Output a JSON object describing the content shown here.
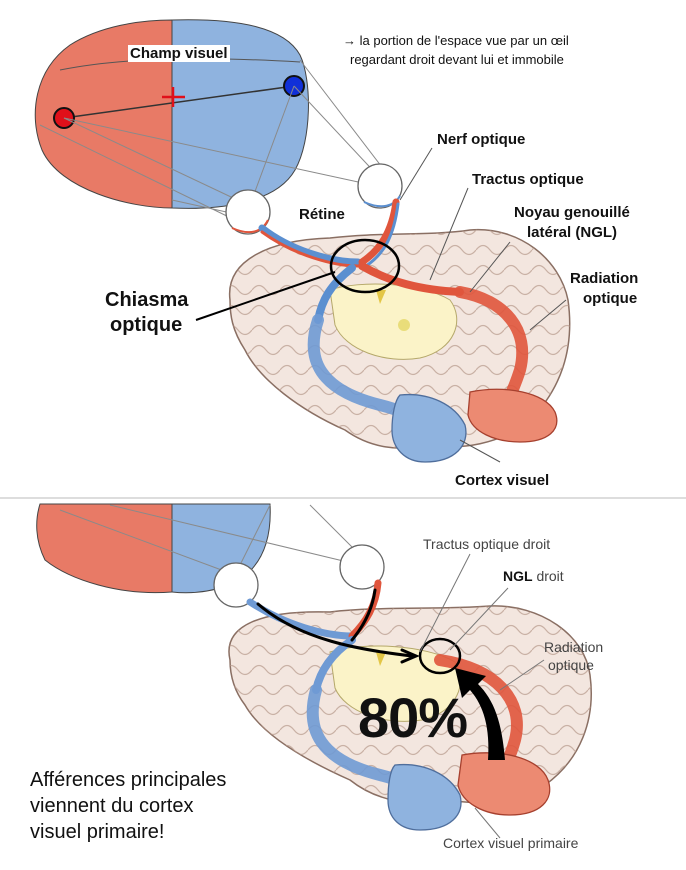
{
  "top": {
    "champ_visuel": "Champ visuel",
    "definition_line1": "→ la portion de l'espace vue par un œil",
    "definition_line2": "regardant droit devant lui et immobile",
    "nerf_optique": "Nerf optique",
    "tractus_optique": "Tractus optique",
    "retine": "Rétine",
    "ngl_line1": "Noyau genouillé",
    "ngl_line2": "latéral (NGL)",
    "chiasma_line1": "Chiasma",
    "chiasma_line2": "optique",
    "radiation_line1": "Radiation",
    "radiation_line2": "optique",
    "cortex_visuel": "Cortex visuel"
  },
  "bottom": {
    "tractus_droit": "Tractus optique droit",
    "ngl_bold": "NGL",
    "ngl_rest": " droit",
    "radiation_line1": "Radiation",
    "radiation_line2": "optique",
    "percent": "80%",
    "afferences_line1": "Afférences principales",
    "afferences_line2": "viennent du cortex",
    "afferences_line3": "visuel primaire!",
    "cortex_primaire": "Cortex visuel primaire"
  },
  "colors": {
    "left_field": "#e87a66",
    "right_field": "#8fb3df",
    "red_dot": "#e0101a",
    "blue_dot": "#1030d8",
    "tissue": "#f3e6df",
    "optic_red": "#e0553c",
    "optic_blue": "#5b8fd0"
  }
}
